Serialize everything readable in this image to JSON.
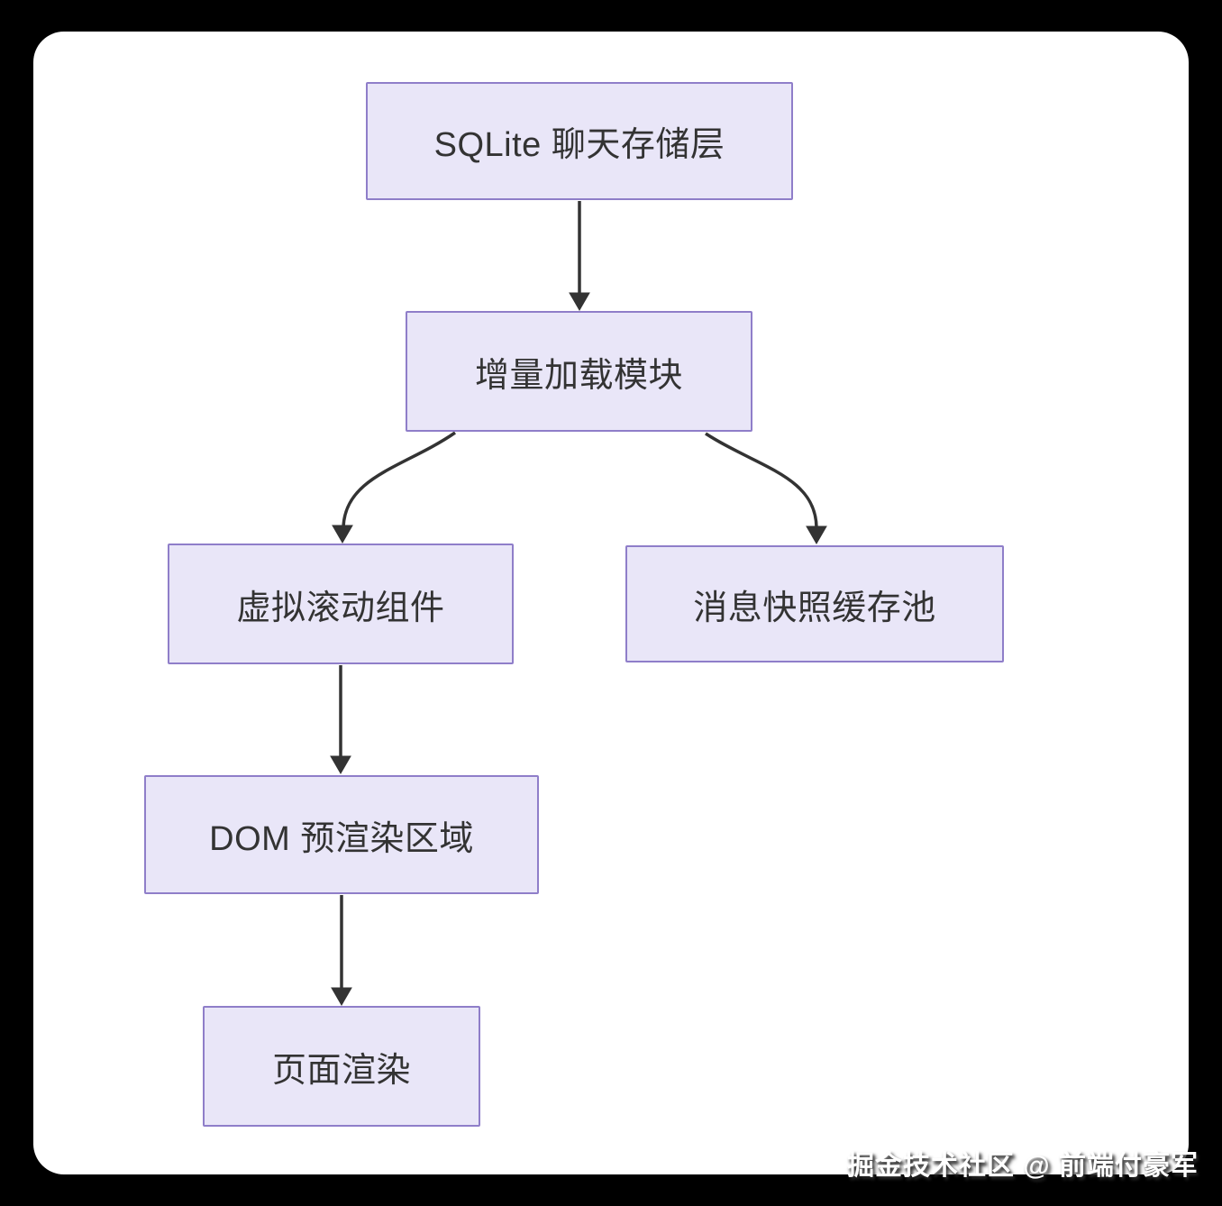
{
  "colors": {
    "background": "#000000",
    "card_bg": "#ffffff",
    "node_fill": "#e9e6f8",
    "node_border": "#8f7ec9",
    "node_text": "#333333",
    "arrow": "#333333",
    "watermark_color": "#ffffff"
  },
  "diagram": {
    "type": "flowchart",
    "direction": "top-down",
    "nodes": [
      {
        "id": "sqlite-storage",
        "label": "SQLite 聊天存储层"
      },
      {
        "id": "incremental-loader",
        "label": "增量加载模块"
      },
      {
        "id": "virtual-scroll",
        "label": "虚拟滚动组件"
      },
      {
        "id": "snapshot-cache",
        "label": "消息快照缓存池"
      },
      {
        "id": "dom-prerender",
        "label": "DOM 预渲染区域"
      },
      {
        "id": "page-render",
        "label": "页面渲染"
      }
    ],
    "edges": [
      {
        "from": "sqlite-storage",
        "to": "incremental-loader"
      },
      {
        "from": "incremental-loader",
        "to": "virtual-scroll"
      },
      {
        "from": "incremental-loader",
        "to": "snapshot-cache"
      },
      {
        "from": "virtual-scroll",
        "to": "dom-prerender"
      },
      {
        "from": "dom-prerender",
        "to": "page-render"
      }
    ]
  },
  "watermark": {
    "text": "掘金技术社区 @ 前端付豪军"
  }
}
